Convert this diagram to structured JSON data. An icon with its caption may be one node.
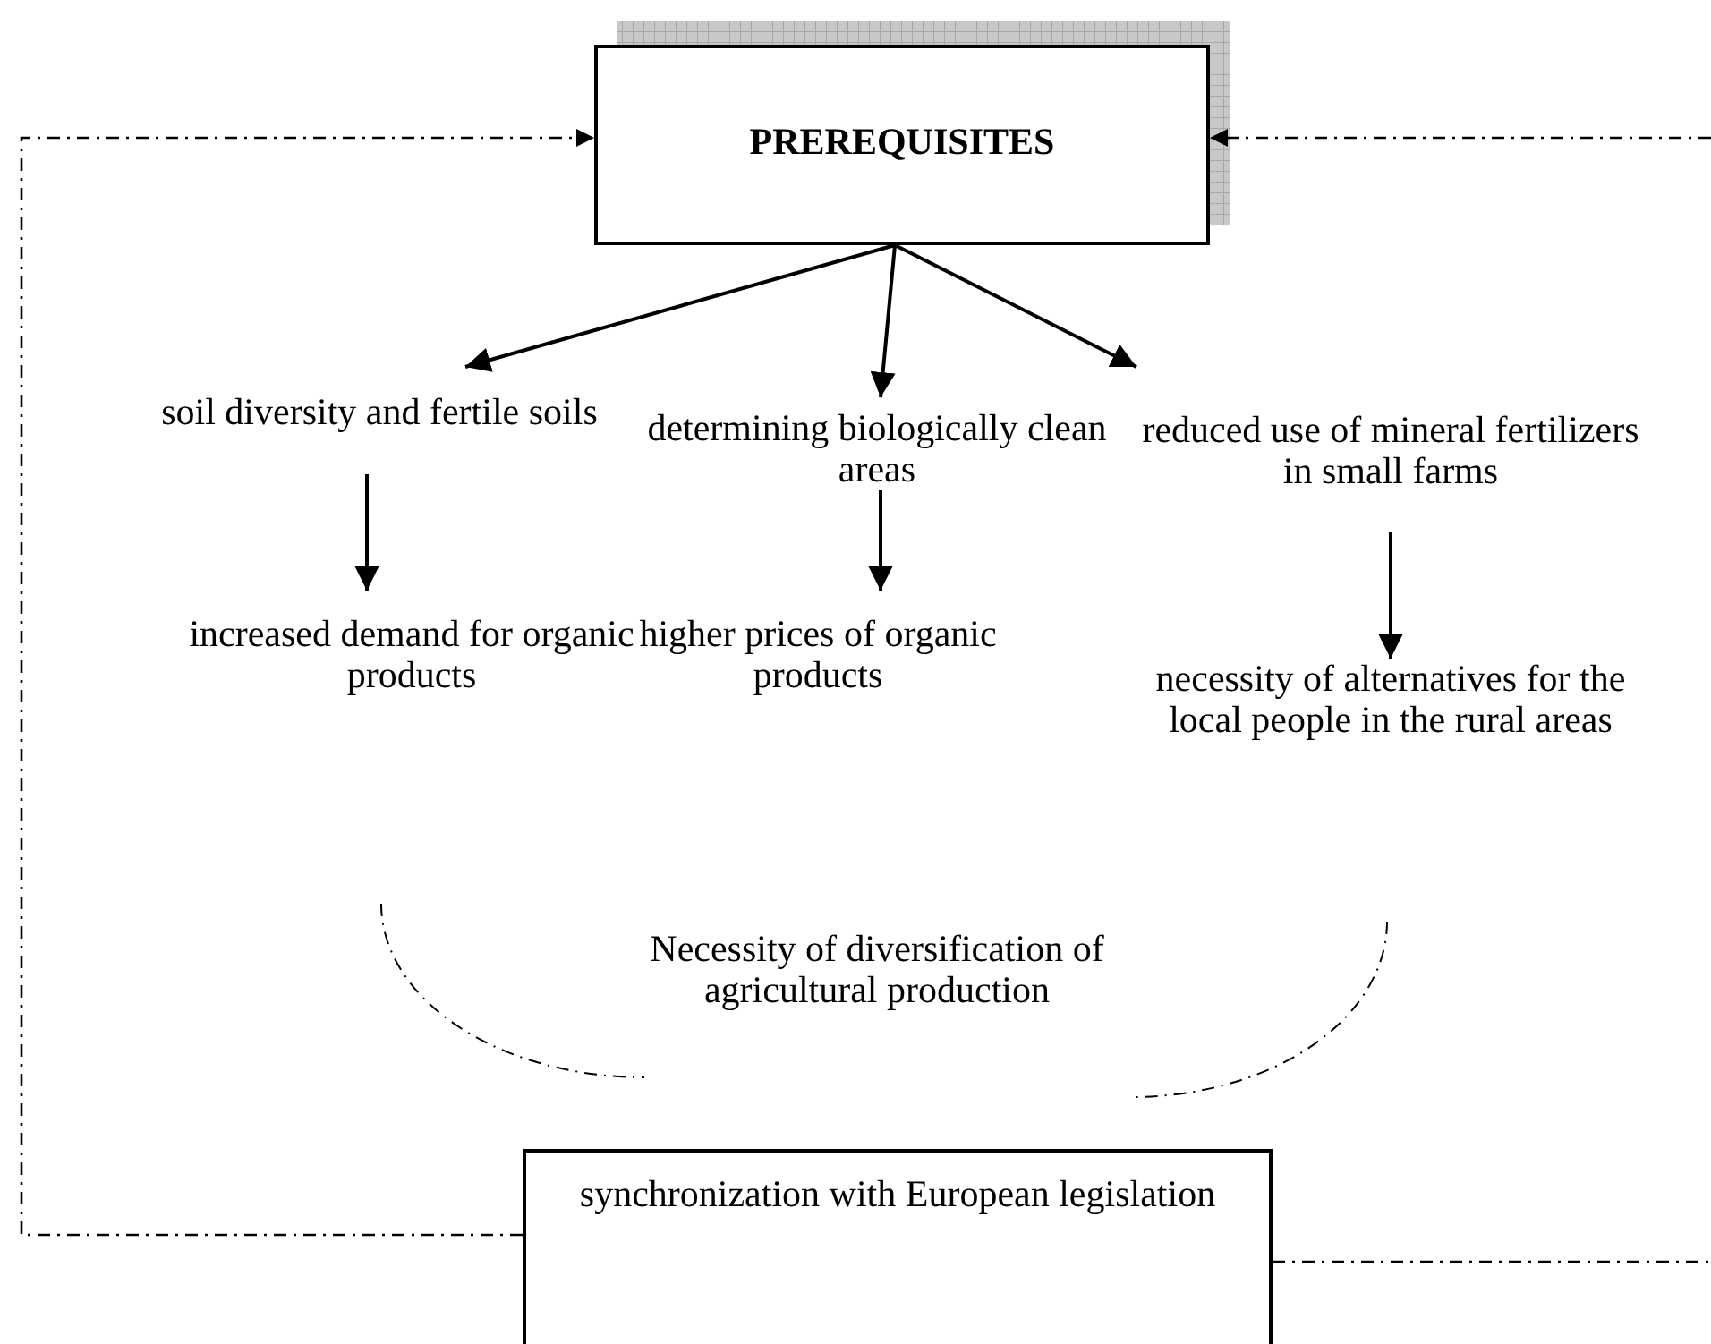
{
  "diagram": {
    "nodes": [
      {
        "text": [
          "PREREQUISITES"
        ]
      },
      {
        "text": [
          "soil diversity and fertile soils"
        ]
      },
      {
        "text": [
          "determining biologically clean areas"
        ]
      },
      {
        "text": [
          "reduced use of mineral fertilizers in small farms"
        ]
      },
      {
        "text": [
          "increased demand for organic products"
        ]
      },
      {
        "text": [
          "higher prices of organic products"
        ]
      },
      {
        "text": [
          "necessity of alternatives for the local people in the rural areas"
        ]
      },
      {
        "text": [
          "synchronization with European legislation"
        ]
      }
    ],
    "edges": [
      {
        "from": 0,
        "to": 1,
        "arrow": "to"
      },
      {
        "from": 0,
        "to": 2,
        "arrow": "to"
      },
      {
        "from": 0,
        "to": 3,
        "arrow": "to"
      },
      {
        "from": 1,
        "to": 4,
        "arrow": "to"
      },
      {
        "from": 2,
        "to": 5,
        "arrow": "to"
      },
      {
        "from": 3,
        "to": 6,
        "arrow": "to"
      },
      {
        "from": 7,
        "to": 0,
        "arrow": "to",
        "style": "dashed"
      },
      {
        "from": 7,
        "to": null,
        "arrow": "none",
        "style": "dashed"
      },
      {
        "from": null,
        "to": 0,
        "arrow": "to",
        "style": "dashed"
      }
    ],
    "labels": [
      "Necessity of diversification of agricultural production"
    ]
  }
}
